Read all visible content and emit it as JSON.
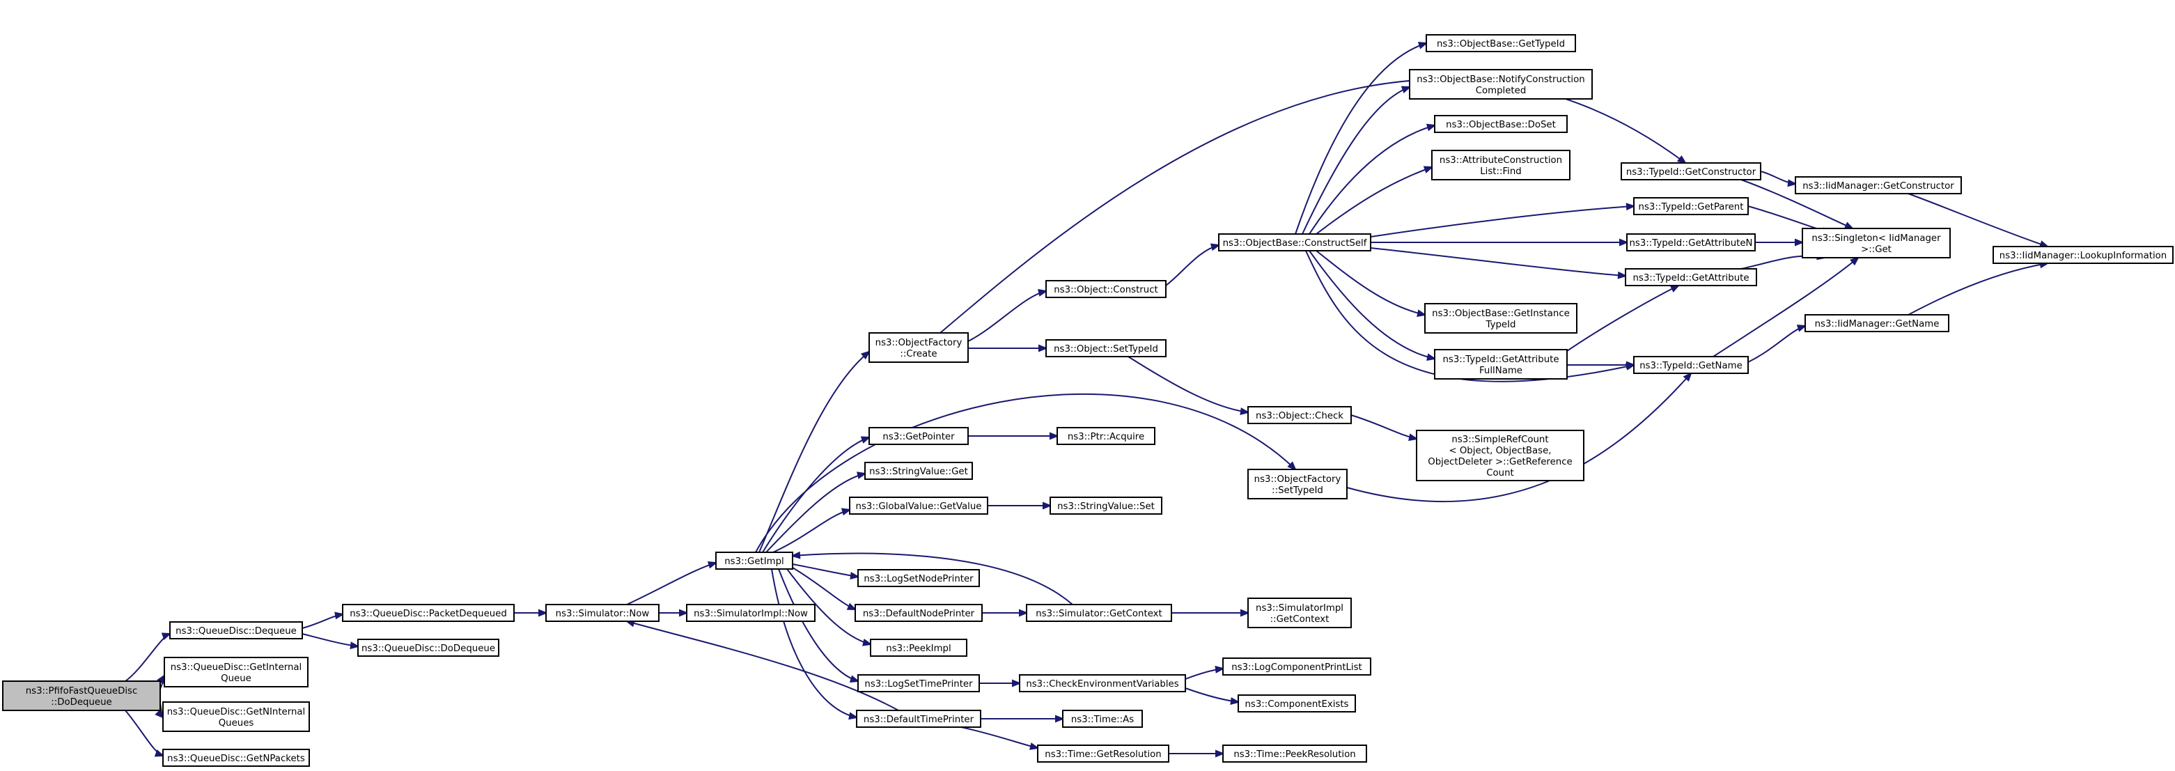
{
  "colors": {
    "edge": "#191970",
    "default_border": "#000000",
    "missing_border": "#ff0000",
    "focus_fill": "#bfbfbf",
    "node_fill": "#ffffff"
  },
  "nodes": {
    "root": {
      "lines": [
        "ns3::PfifoFastQueueDisc",
        "::DoDequeue"
      ]
    },
    "qd_dequeue": {
      "lines": [
        "ns3::QueueDisc::Dequeue"
      ]
    },
    "qd_getinternal": {
      "lines": [
        "ns3::QueueDisc::GetInternal",
        "Queue"
      ]
    },
    "qd_getninternal": {
      "lines": [
        "ns3::QueueDisc::GetNInternal",
        "Queues"
      ]
    },
    "qd_getnpackets": {
      "lines": [
        "ns3::QueueDisc::GetNPackets"
      ]
    },
    "qd_packetdequeued": {
      "lines": [
        "ns3::QueueDisc::PacketDequeued"
      ]
    },
    "qd_dodequeue": {
      "lines": [
        "ns3::QueueDisc::DoDequeue"
      ]
    },
    "sim_now": {
      "lines": [
        "ns3::Simulator::Now"
      ]
    },
    "getimpl": {
      "lines": [
        "ns3::GetImpl"
      ]
    },
    "simimpl_now": {
      "lines": [
        "ns3::SimulatorImpl::Now"
      ]
    },
    "of_create": {
      "lines": [
        "ns3::ObjectFactory",
        "::Create"
      ]
    },
    "getpointer": {
      "lines": [
        "ns3::GetPointer"
      ]
    },
    "stringvalue_get": {
      "lines": [
        "ns3::StringValue::Get"
      ]
    },
    "globalvalue_getvalue": {
      "lines": [
        "ns3::GlobalValue::GetValue"
      ]
    },
    "logsetnodeprinter": {
      "lines": [
        "ns3::LogSetNodePrinter"
      ]
    },
    "defaultnodeprinter": {
      "lines": [
        "ns3::DefaultNodePrinter"
      ]
    },
    "peekimpl": {
      "lines": [
        "ns3::PeekImpl"
      ]
    },
    "logsettimeprinter": {
      "lines": [
        "ns3::LogSetTimePrinter"
      ]
    },
    "defaulttimeprinter": {
      "lines": [
        "ns3::DefaultTimePrinter"
      ]
    },
    "obj_construct": {
      "lines": [
        "ns3::Object::Construct"
      ]
    },
    "obj_settypeid": {
      "lines": [
        "ns3::Object::SetTypeId"
      ]
    },
    "ptr_acquire": {
      "lines": [
        "ns3::Ptr::Acquire"
      ]
    },
    "stringvalue_set": {
      "lines": [
        "ns3::StringValue::Set"
      ]
    },
    "sim_getcontext": {
      "lines": [
        "ns3::Simulator::GetContext"
      ]
    },
    "checkenv": {
      "lines": [
        "ns3::CheckEnvironmentVariables"
      ]
    },
    "time_as": {
      "lines": [
        "ns3::Time::As"
      ]
    },
    "time_getres": {
      "lines": [
        "ns3::Time::GetResolution"
      ]
    },
    "ob_constructself": {
      "lines": [
        "ns3::ObjectBase::ConstructSelf"
      ]
    },
    "obj_check": {
      "lines": [
        "ns3::Object::Check"
      ]
    },
    "of_settypeid": {
      "lines": [
        "ns3::ObjectFactory",
        "::SetTypeId"
      ]
    },
    "simimpl_getcontext": {
      "lines": [
        "ns3::SimulatorImpl",
        "::GetContext"
      ]
    },
    "logcompprintlist": {
      "lines": [
        "ns3::LogComponentPrintList"
      ]
    },
    "compexists": {
      "lines": [
        "ns3::ComponentExists"
      ]
    },
    "time_peekres": {
      "lines": [
        "ns3::Time::PeekResolution"
      ]
    },
    "ob_gettypeid": {
      "lines": [
        "ns3::ObjectBase::GetTypeId"
      ]
    },
    "ob_notify": {
      "lines": [
        "ns3::ObjectBase::NotifyConstruction",
        "Completed"
      ]
    },
    "ob_doset": {
      "lines": [
        "ns3::ObjectBase::DoSet"
      ]
    },
    "attr_find": {
      "lines": [
        "ns3::AttributeConstruction",
        "List::Find"
      ]
    },
    "ob_getinstance": {
      "lines": [
        "ns3::ObjectBase::GetInstance",
        "TypeId"
      ]
    },
    "tid_getattrfullname": {
      "lines": [
        "ns3::TypeId::GetAttribute",
        "FullName"
      ]
    },
    "simplerefcount": {
      "lines": [
        "ns3::SimpleRefCount",
        "< Object, ObjectBase,",
        "ObjectDeleter >::GetReference",
        "Count"
      ]
    },
    "tid_getconstructor": {
      "lines": [
        "ns3::TypeId::GetConstructor"
      ]
    },
    "tid_getparent": {
      "lines": [
        "ns3::TypeId::GetParent"
      ]
    },
    "tid_getattrn": {
      "lines": [
        "ns3::TypeId::GetAttributeN"
      ]
    },
    "tid_getattribute": {
      "lines": [
        "ns3::TypeId::GetAttribute"
      ]
    },
    "tid_getname": {
      "lines": [
        "ns3::TypeId::GetName"
      ]
    },
    "iid_getconstructor": {
      "lines": [
        "ns3::IidManager::GetConstructor"
      ]
    },
    "singleton_get": {
      "lines": [
        "ns3::Singleton< IidManager",
        " >::Get"
      ]
    },
    "iid_getname": {
      "lines": [
        "ns3::IidManager::GetName"
      ]
    },
    "iid_lookup": {
      "lines": [
        "ns3::IidManager::LookupInformation"
      ]
    }
  }
}
